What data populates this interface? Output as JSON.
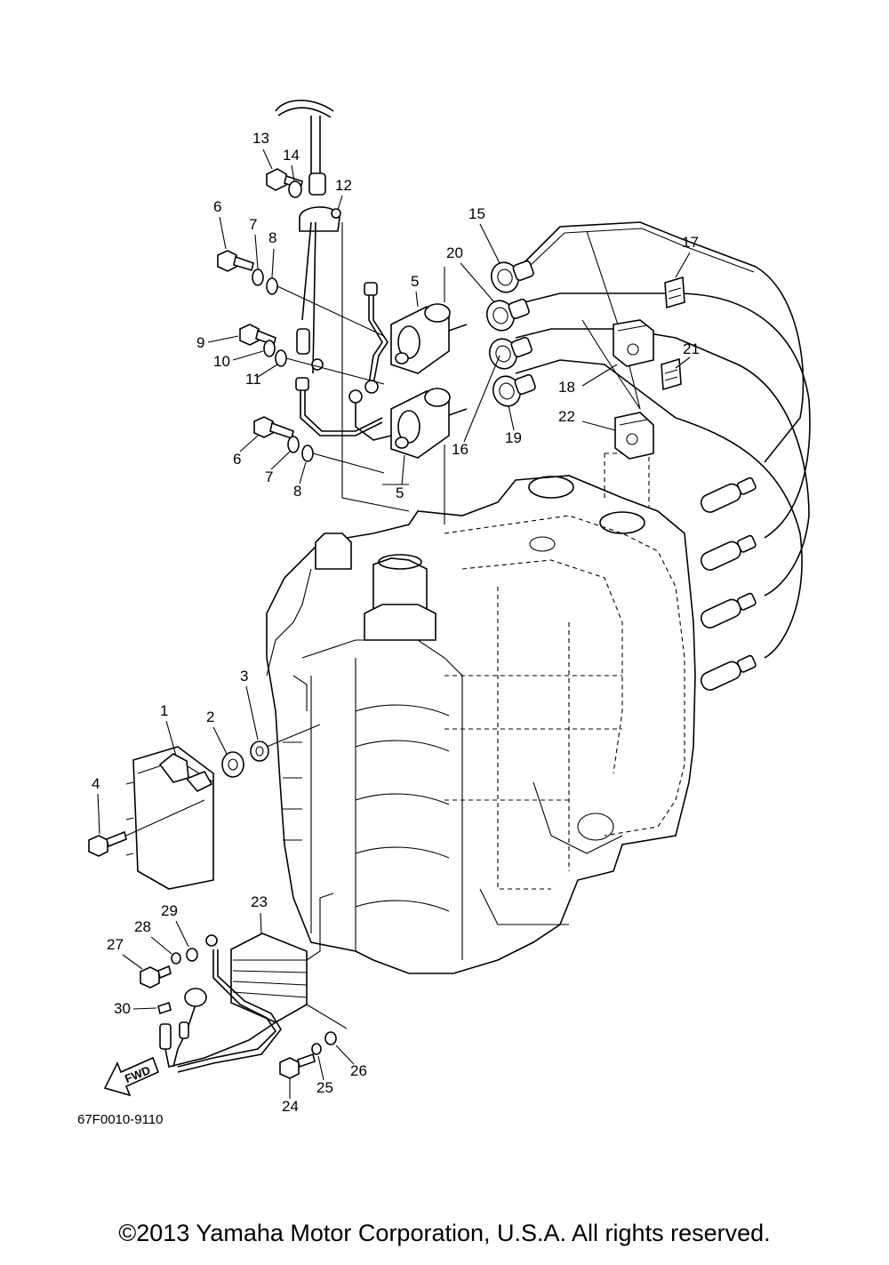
{
  "callouts": {
    "c1": "1",
    "c2": "2",
    "c3": "3",
    "c4": "4",
    "c5a": "5",
    "c5b": "5",
    "c6a": "6",
    "c6b": "6",
    "c7a": "7",
    "c7b": "7",
    "c8a": "8",
    "c8b": "8",
    "c9": "9",
    "c10": "10",
    "c11": "11",
    "c12": "12",
    "c13": "13",
    "c14": "14",
    "c15": "15",
    "c16": "16",
    "c17": "17",
    "c18": "18",
    "c19": "19",
    "c20": "20",
    "c21": "21",
    "c22": "22",
    "c23": "23",
    "c24": "24",
    "c25": "25",
    "c26": "26",
    "c27": "27",
    "c28": "28",
    "c29": "29",
    "c30": "30"
  },
  "fwd_label": "FWD",
  "diagram_code": "67F0010-9110",
  "copyright": "©2013 Yamaha Motor Corporation, U.S.A. All rights reserved."
}
